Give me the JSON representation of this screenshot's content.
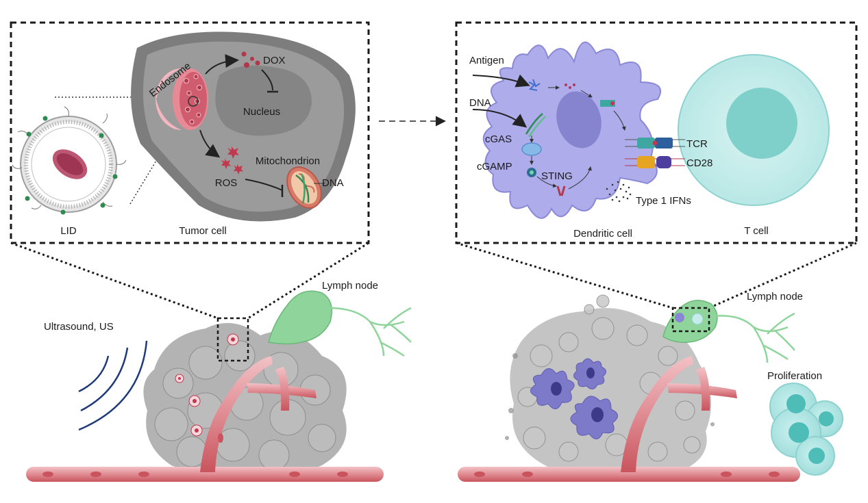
{
  "left_inset": {
    "lid_label": "LID",
    "tumor_cell_label": "Tumor cell",
    "endosome_label": "Endosome",
    "dox_label": "DOX",
    "nucleus_label": "Nucleus",
    "mitochondrion_label": "Mitochondrion",
    "ros_label": "ROS",
    "dna_label": "DNA"
  },
  "right_inset": {
    "antigen_label": "Antigen",
    "dna_label": "DNA",
    "cgas_label": "cGAS",
    "cgamp_label": "cGAMP",
    "sting_label": "STING",
    "tcr_label": "TCR",
    "cd28_label": "CD28",
    "ifn_label": "Type 1 IFNs",
    "dendritic_cell_label": "Dendritic cell",
    "t_cell_label": "T cell"
  },
  "bottom_left": {
    "ultrasound_label": "Ultrasound, US",
    "lymph_node_label": "Lymph node"
  },
  "bottom_right": {
    "lymph_node_label": "Lymph node",
    "proliferation_label": "Proliferation"
  },
  "colors": {
    "tumor_gray": "#9a9a9a",
    "dendritic_purple": "#a9a7e3",
    "t_cell_teal": "#bfe9e8",
    "vessel_red": "#d96a72",
    "lymph_green": "#8fd49a",
    "ultrasound_navy": "#1f3a78"
  }
}
